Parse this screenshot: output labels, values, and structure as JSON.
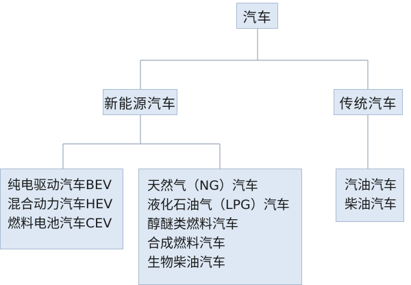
{
  "root": {
    "label": "汽车"
  },
  "branches": [
    {
      "label": "新能源汽车",
      "children": [
        {
          "items": [
            "纯电驱动汽车BEV",
            "混合动力汽车HEV",
            "燃料电池汽车CEV"
          ]
        },
        {
          "items": [
            "天然气（NG）汽车",
            "液化石油气（LPG）汽车",
            "醇醚类燃料汽车",
            "合成燃料汽车",
            "生物柴油汽车"
          ]
        }
      ]
    },
    {
      "label": "传统汽车",
      "children": [
        {
          "items": [
            "汽油汽车",
            "柴油汽车"
          ]
        }
      ]
    }
  ],
  "colors": {
    "node_fill": "#dde8f4",
    "node_border": "#a7bad0",
    "connector": "#9aa7b6",
    "text": "#1a1a1a"
  }
}
